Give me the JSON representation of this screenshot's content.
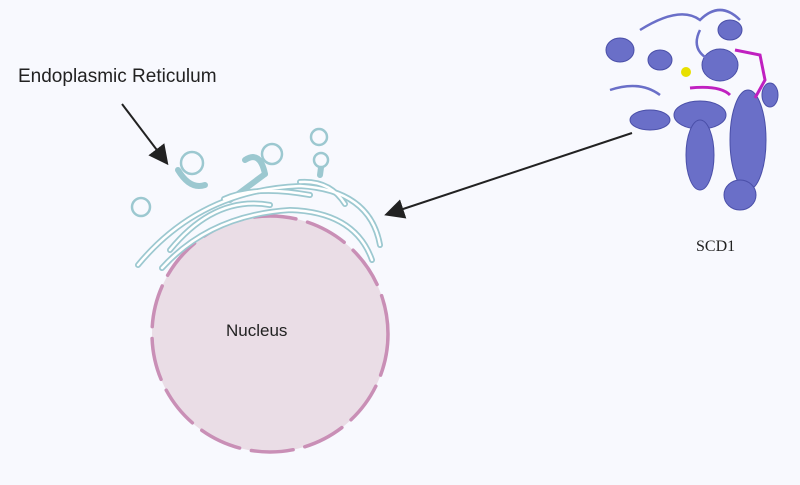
{
  "labels": {
    "er": "Endoplasmic Reticulum",
    "nucleus": "Nucleus",
    "protein": "SCD1"
  },
  "colors": {
    "background": "#f8f9fe",
    "nucleus_fill": "#eadde6",
    "nucleus_membrane": "#c98fb6",
    "er_membrane": "#9cc8d0",
    "protein": "#6a6fc8",
    "ligand": "#c020c0",
    "metal": "#e8e000"
  }
}
